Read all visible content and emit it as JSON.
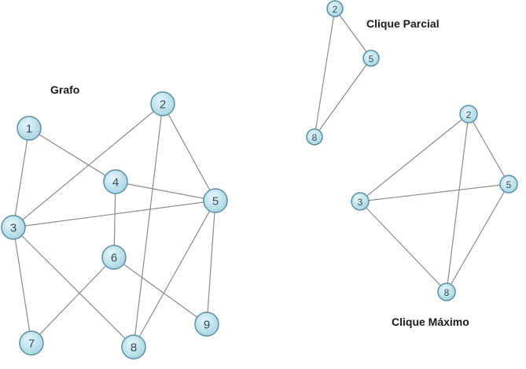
{
  "titles": {
    "graph": "Grafo",
    "partial_clique": "Clique Parcial",
    "maximum_clique": "Clique Máximo"
  },
  "colors": {
    "node_fill": "#bfe3ec",
    "node_stroke": "#5a8ea3",
    "edge": "#8a8a8a"
  },
  "graphs": {
    "graph": {
      "nodes": [
        "1",
        "2",
        "3",
        "4",
        "5",
        "6",
        "7",
        "8",
        "9"
      ],
      "edges": [
        [
          "1",
          "3"
        ],
        [
          "1",
          "4"
        ],
        [
          "2",
          "3"
        ],
        [
          "2",
          "5"
        ],
        [
          "2",
          "8"
        ],
        [
          "3",
          "5"
        ],
        [
          "3",
          "7"
        ],
        [
          "3",
          "8"
        ],
        [
          "4",
          "5"
        ],
        [
          "4",
          "6"
        ],
        [
          "5",
          "8"
        ],
        [
          "5",
          "9"
        ],
        [
          "6",
          "7"
        ],
        [
          "6",
          "9"
        ]
      ]
    },
    "partial_clique": {
      "nodes": [
        "2",
        "5",
        "8"
      ],
      "edges": [
        [
          "2",
          "5"
        ],
        [
          "2",
          "8"
        ],
        [
          "5",
          "8"
        ]
      ]
    },
    "maximum_clique": {
      "nodes": [
        "2",
        "3",
        "5",
        "8"
      ],
      "edges": [
        [
          "2",
          "3"
        ],
        [
          "2",
          "5"
        ],
        [
          "2",
          "8"
        ],
        [
          "3",
          "5"
        ],
        [
          "3",
          "8"
        ],
        [
          "5",
          "8"
        ]
      ]
    }
  }
}
